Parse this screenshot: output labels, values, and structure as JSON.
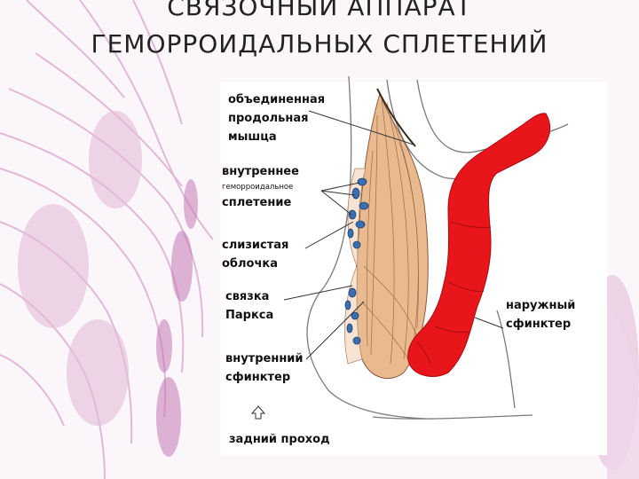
{
  "title": {
    "line1": "СВЯЗОЧНЫЙ АППАРАТ",
    "line2": "ГЕМОРРОИДАЛЬНЫХ СПЛЕТЕНИЙ"
  },
  "labels": {
    "muscle_1": "объединенная",
    "muscle_2": "продольная",
    "muscle_3": "мышца",
    "plexus_1": "внутреннее",
    "plexus_2": "геморроидальное",
    "plexus_3": "сплетение",
    "mucosa_1": "слизистая",
    "mucosa_2": "облочка",
    "parks_1": "связка",
    "parks_2": "Паркса",
    "internal_sph_1": "внутренний",
    "internal_sph_2": "сфинктер",
    "external_sph_1": "наружный",
    "external_sph_2": "сфинктер",
    "anus": "задний проход"
  },
  "colors": {
    "muscle": "#e9b98f",
    "sphincter": "#e8161b",
    "vessels": "#3a6fb0",
    "background_tissue": "#d9a4cc"
  }
}
